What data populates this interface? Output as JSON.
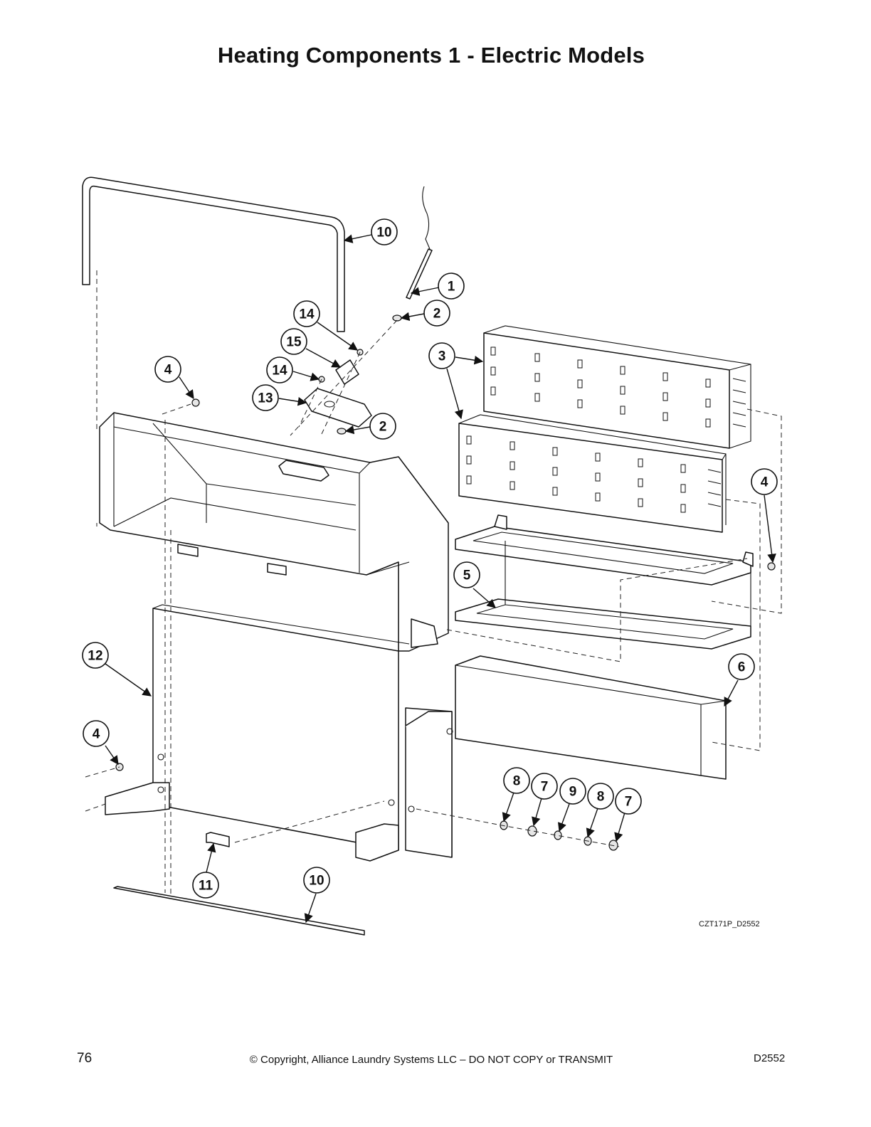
{
  "title": "Heating Components 1 - Electric Models",
  "callouts": [
    {
      "label": "10"
    },
    {
      "label": "1"
    },
    {
      "label": "2"
    },
    {
      "label": "14"
    },
    {
      "label": "15"
    },
    {
      "label": "14"
    },
    {
      "label": "4"
    },
    {
      "label": "13"
    },
    {
      "label": "2"
    },
    {
      "label": "3"
    },
    {
      "label": "4"
    },
    {
      "label": "5"
    },
    {
      "label": "12"
    },
    {
      "label": "6"
    },
    {
      "label": "4"
    },
    {
      "label": "8"
    },
    {
      "label": "7"
    },
    {
      "label": "9"
    },
    {
      "label": "8"
    },
    {
      "label": "7"
    },
    {
      "label": "11"
    },
    {
      "label": "10"
    }
  ],
  "drawing_code": "CZT171P_D2552",
  "footer": {
    "page_number": "76",
    "copyright": "© Copyright, Alliance Laundry Systems LLC – DO NOT COPY or TRANSMIT",
    "doc_code": "D2552"
  }
}
